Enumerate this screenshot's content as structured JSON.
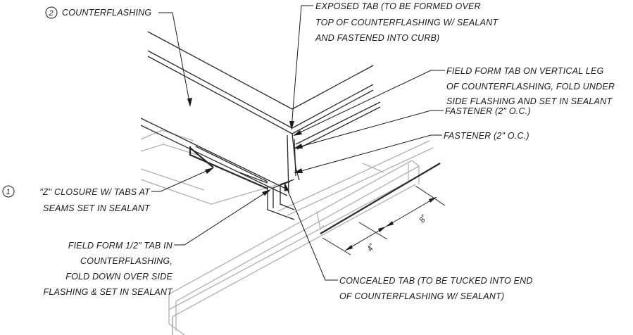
{
  "callouts": {
    "counterflashing": {
      "number": "2",
      "text": "COUNTERFLASHING"
    },
    "exposed_tab": [
      "EXPOSED TAB (TO BE FORMED OVER",
      "TOP OF COUNTERFLASHING W/ SEALANT",
      "AND FASTENED INTO CURB)"
    ],
    "field_form_tab_vertical": [
      "FIELD FORM TAB ON VERTICAL LEG",
      "OF COUNTERFLASHING, FOLD UNDER",
      "SIDE FLASHING AND SET IN SEALANT"
    ],
    "fastener_1": "FASTENER (2\" O.C.)",
    "fastener_2": "FASTENER (2\" O.C.)",
    "z_closure": {
      "number": "1",
      "lines": [
        "\"Z\" CLOSURE W/ TABS AT",
        "SEAMS SET IN SEALANT"
      ]
    },
    "field_form_half_tab": [
      "FIELD FORM 1/2\" TAB IN",
      "COUNTERFLASHING,",
      "FOLD DOWN OVER SIDE",
      "FLASHING & SET IN SEALANT"
    ],
    "concealed_tab": [
      "CONCEALED TAB (TO BE TUCKED INTO END",
      "OF COUNTERFLASHING W/ SEALANT)"
    ]
  },
  "dimensions": {
    "dim_small": "4\"",
    "dim_large": "8\""
  }
}
